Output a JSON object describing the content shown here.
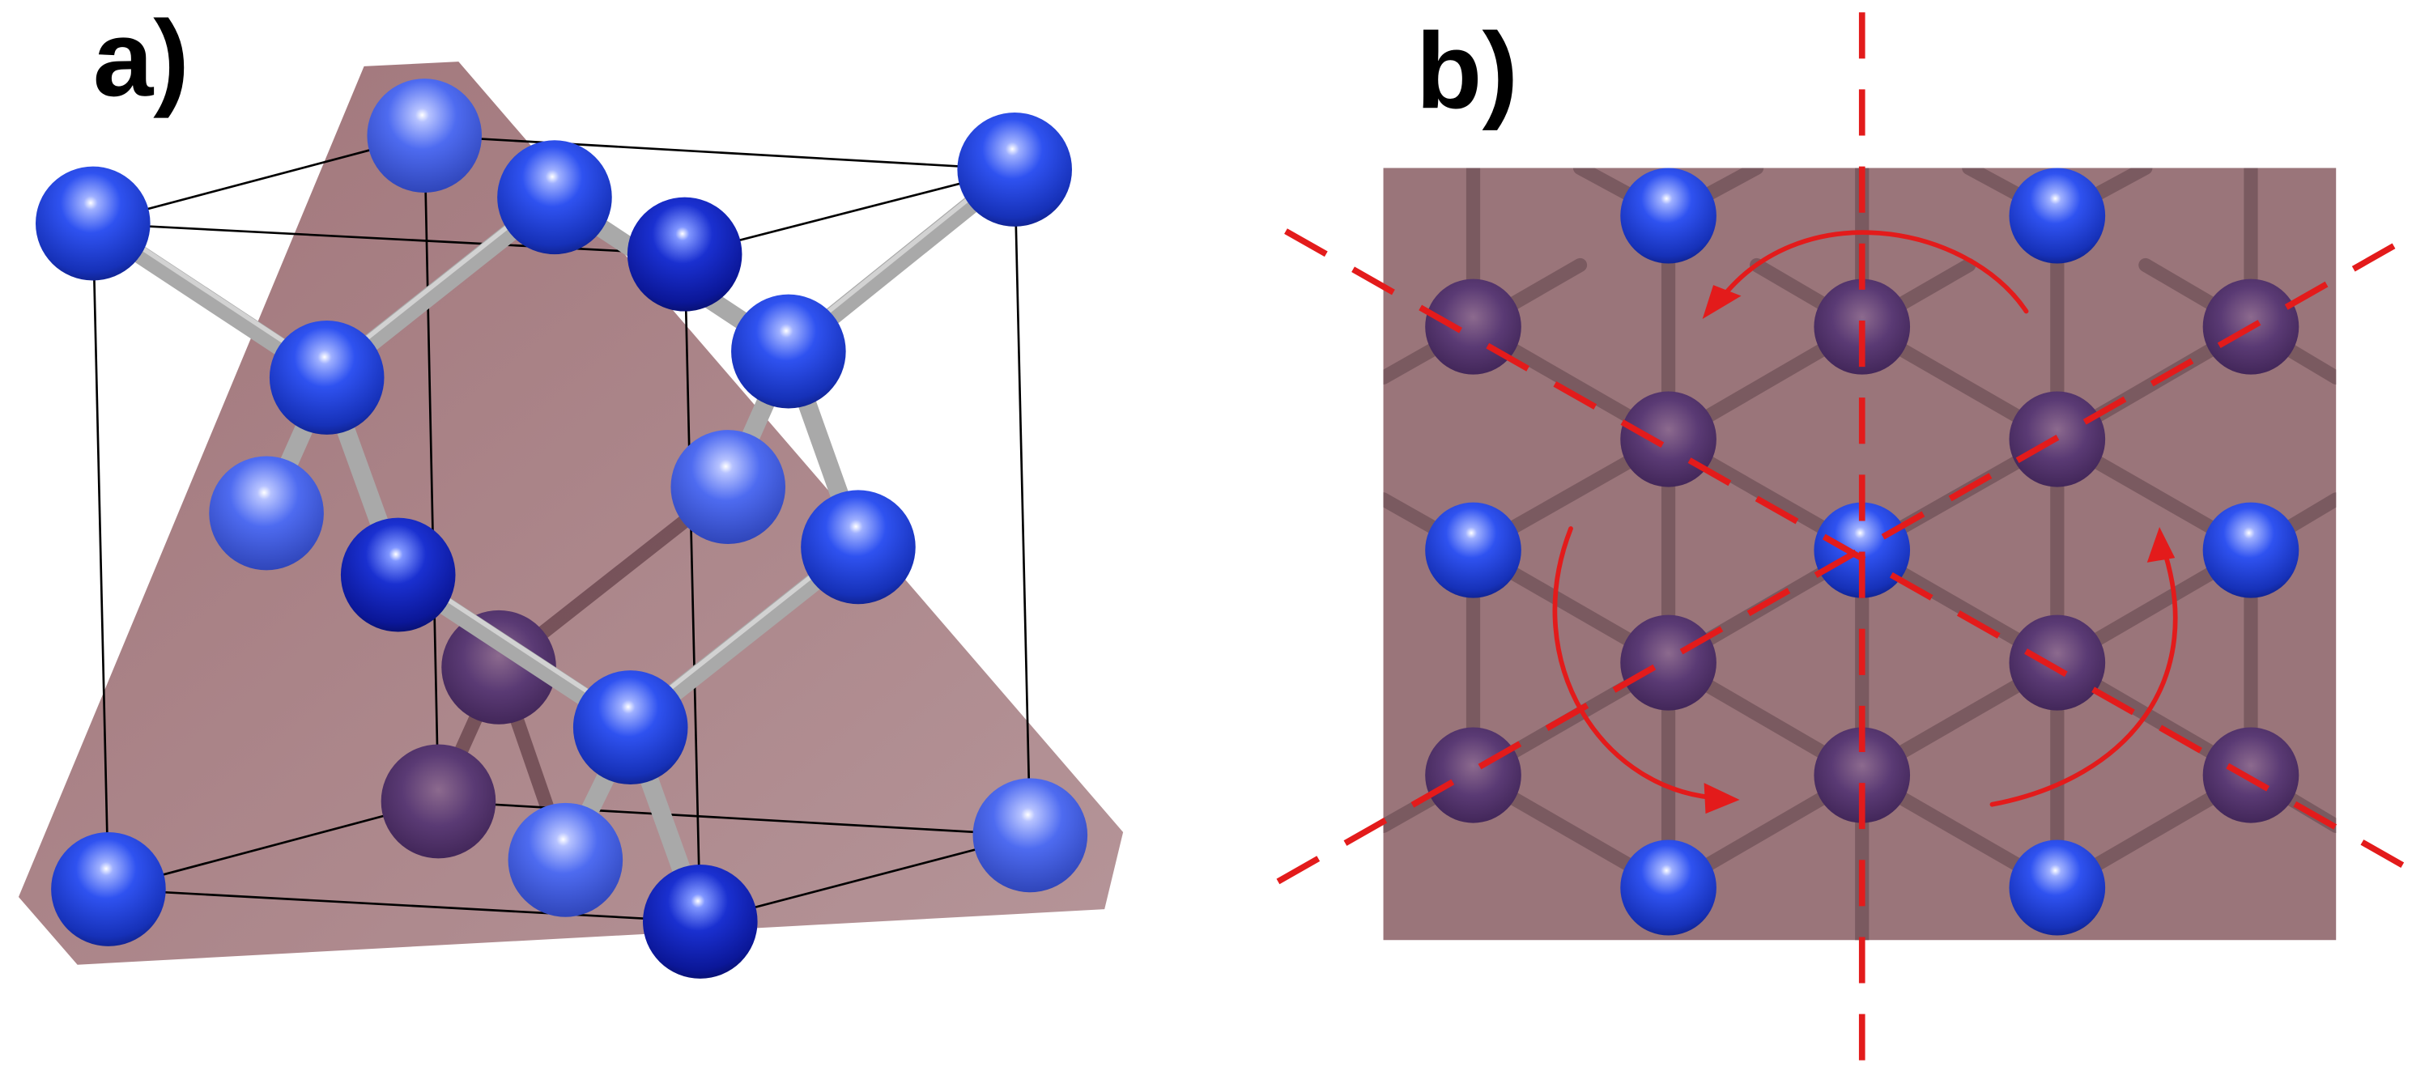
{
  "panels": [
    {
      "id": "a",
      "label": "a)"
    },
    {
      "id": "b",
      "label": "b)"
    }
  ],
  "colors": {
    "atom_front": "#1f3fd8",
    "atom_deep": "#0a1aa0",
    "atom_light": "#7f95ff",
    "atom_back": "#4a2a6a",
    "plane": "#9a6b70",
    "plane_dark": "#7c5358",
    "bond_front": "#b9b9b9",
    "bond_back": "#6e4a52",
    "cell_line": "#000000",
    "symmetry": "#e31b1b",
    "background": "#ffffff"
  }
}
